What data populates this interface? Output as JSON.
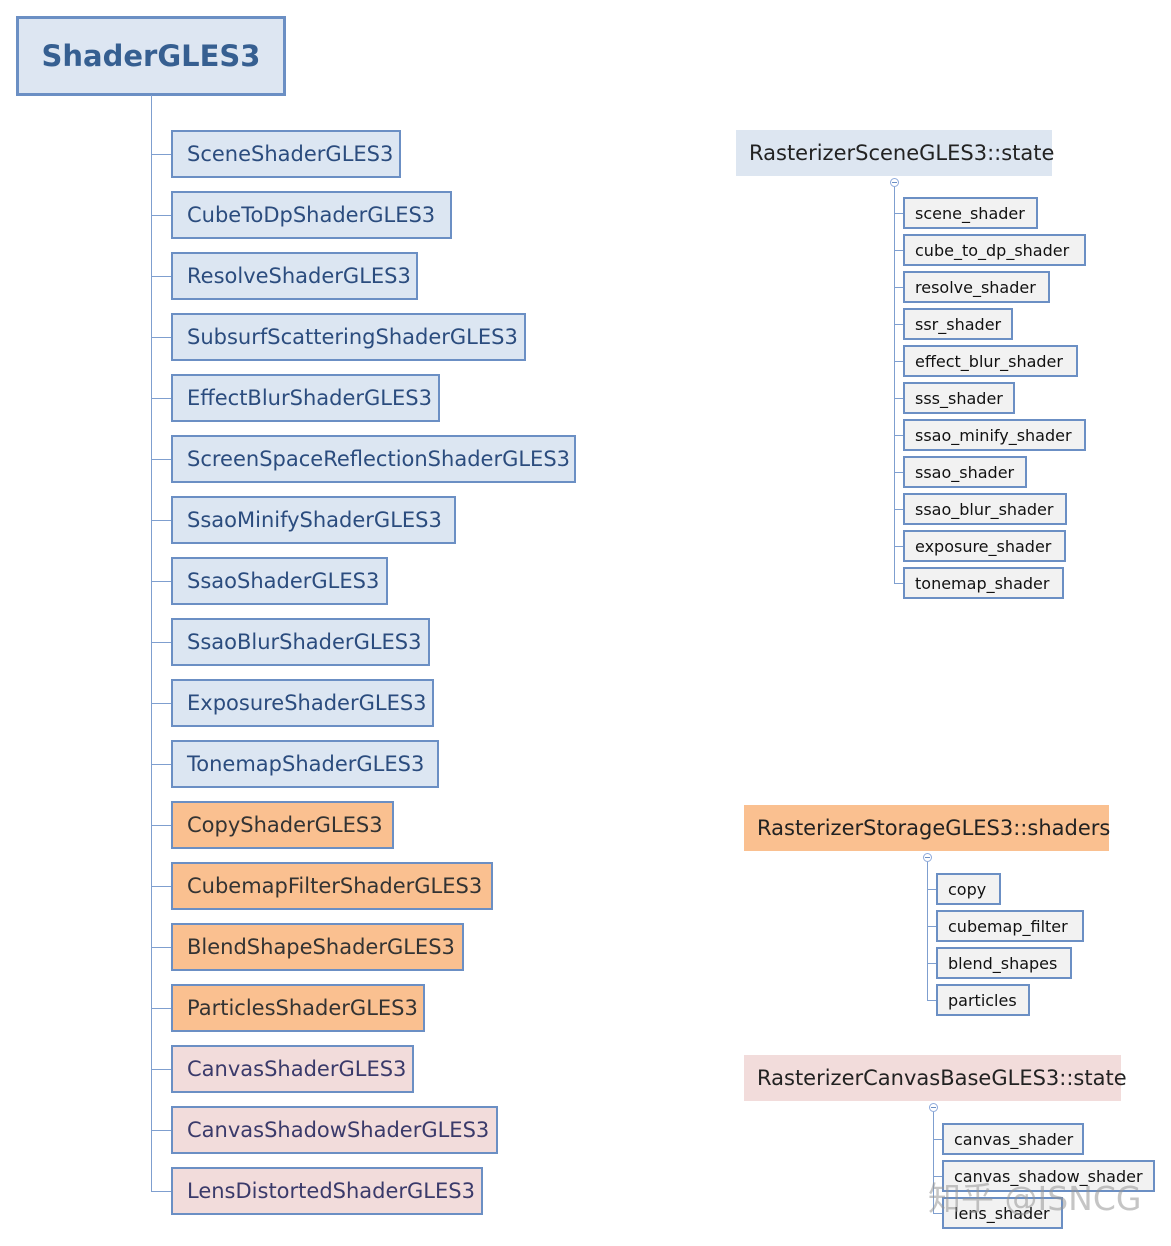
{
  "root": {
    "label": "ShaderGLES3"
  },
  "shaders": [
    {
      "label": "SceneShaderGLES3",
      "group": "blue"
    },
    {
      "label": "CubeToDpShaderGLES3",
      "group": "blue"
    },
    {
      "label": "ResolveShaderGLES3",
      "group": "blue"
    },
    {
      "label": "SubsurfScatteringShaderGLES3",
      "group": "blue"
    },
    {
      "label": "EffectBlurShaderGLES3",
      "group": "blue"
    },
    {
      "label": "ScreenSpaceReflectionShaderGLES3",
      "group": "blue"
    },
    {
      "label": "SsaoMinifyShaderGLES3",
      "group": "blue"
    },
    {
      "label": "SsaoShaderGLES3",
      "group": "blue"
    },
    {
      "label": "SsaoBlurShaderGLES3",
      "group": "blue"
    },
    {
      "label": "ExposureShaderGLES3",
      "group": "blue"
    },
    {
      "label": "TonemapShaderGLES3",
      "group": "blue"
    },
    {
      "label": "CopyShaderGLES3",
      "group": "orange"
    },
    {
      "label": "CubemapFilterShaderGLES3",
      "group": "orange"
    },
    {
      "label": "BlendShapeShaderGLES3",
      "group": "orange"
    },
    {
      "label": "ParticlesShaderGLES3",
      "group": "orange"
    },
    {
      "label": "CanvasShaderGLES3",
      "group": "pink"
    },
    {
      "label": "CanvasShadowShaderGLES3",
      "group": "pink"
    },
    {
      "label": "LensDistortedShaderGLES3",
      "group": "pink"
    }
  ],
  "groups": [
    {
      "id": "scene",
      "title": "RasterizerSceneGLES3::state",
      "color": "blue",
      "items": [
        "scene_shader",
        "cube_to_dp_shader",
        "resolve_shader",
        "ssr_shader",
        "effect_blur_shader",
        "sss_shader",
        "ssao_minify_shader",
        "ssao_shader",
        "ssao_blur_shader",
        "exposure_shader",
        "tonemap_shader"
      ]
    },
    {
      "id": "storage",
      "title": "RasterizerStorageGLES3::shaders",
      "color": "orange",
      "items": [
        "copy",
        "cubemap_filter",
        "blend_shapes",
        "particles"
      ]
    },
    {
      "id": "canvas",
      "title": "RasterizerCanvasBaseGLES3::state",
      "color": "pink",
      "items": [
        "canvas_shader",
        "canvas_shadow_shader",
        "lens_shader"
      ]
    }
  ],
  "colors": {
    "blue_fill": "#dce6f2",
    "orange_fill": "#fac090",
    "pink_fill": "#f2dcdb",
    "border": "#6b8fc4"
  },
  "watermark": "知乎 @ISNCG"
}
